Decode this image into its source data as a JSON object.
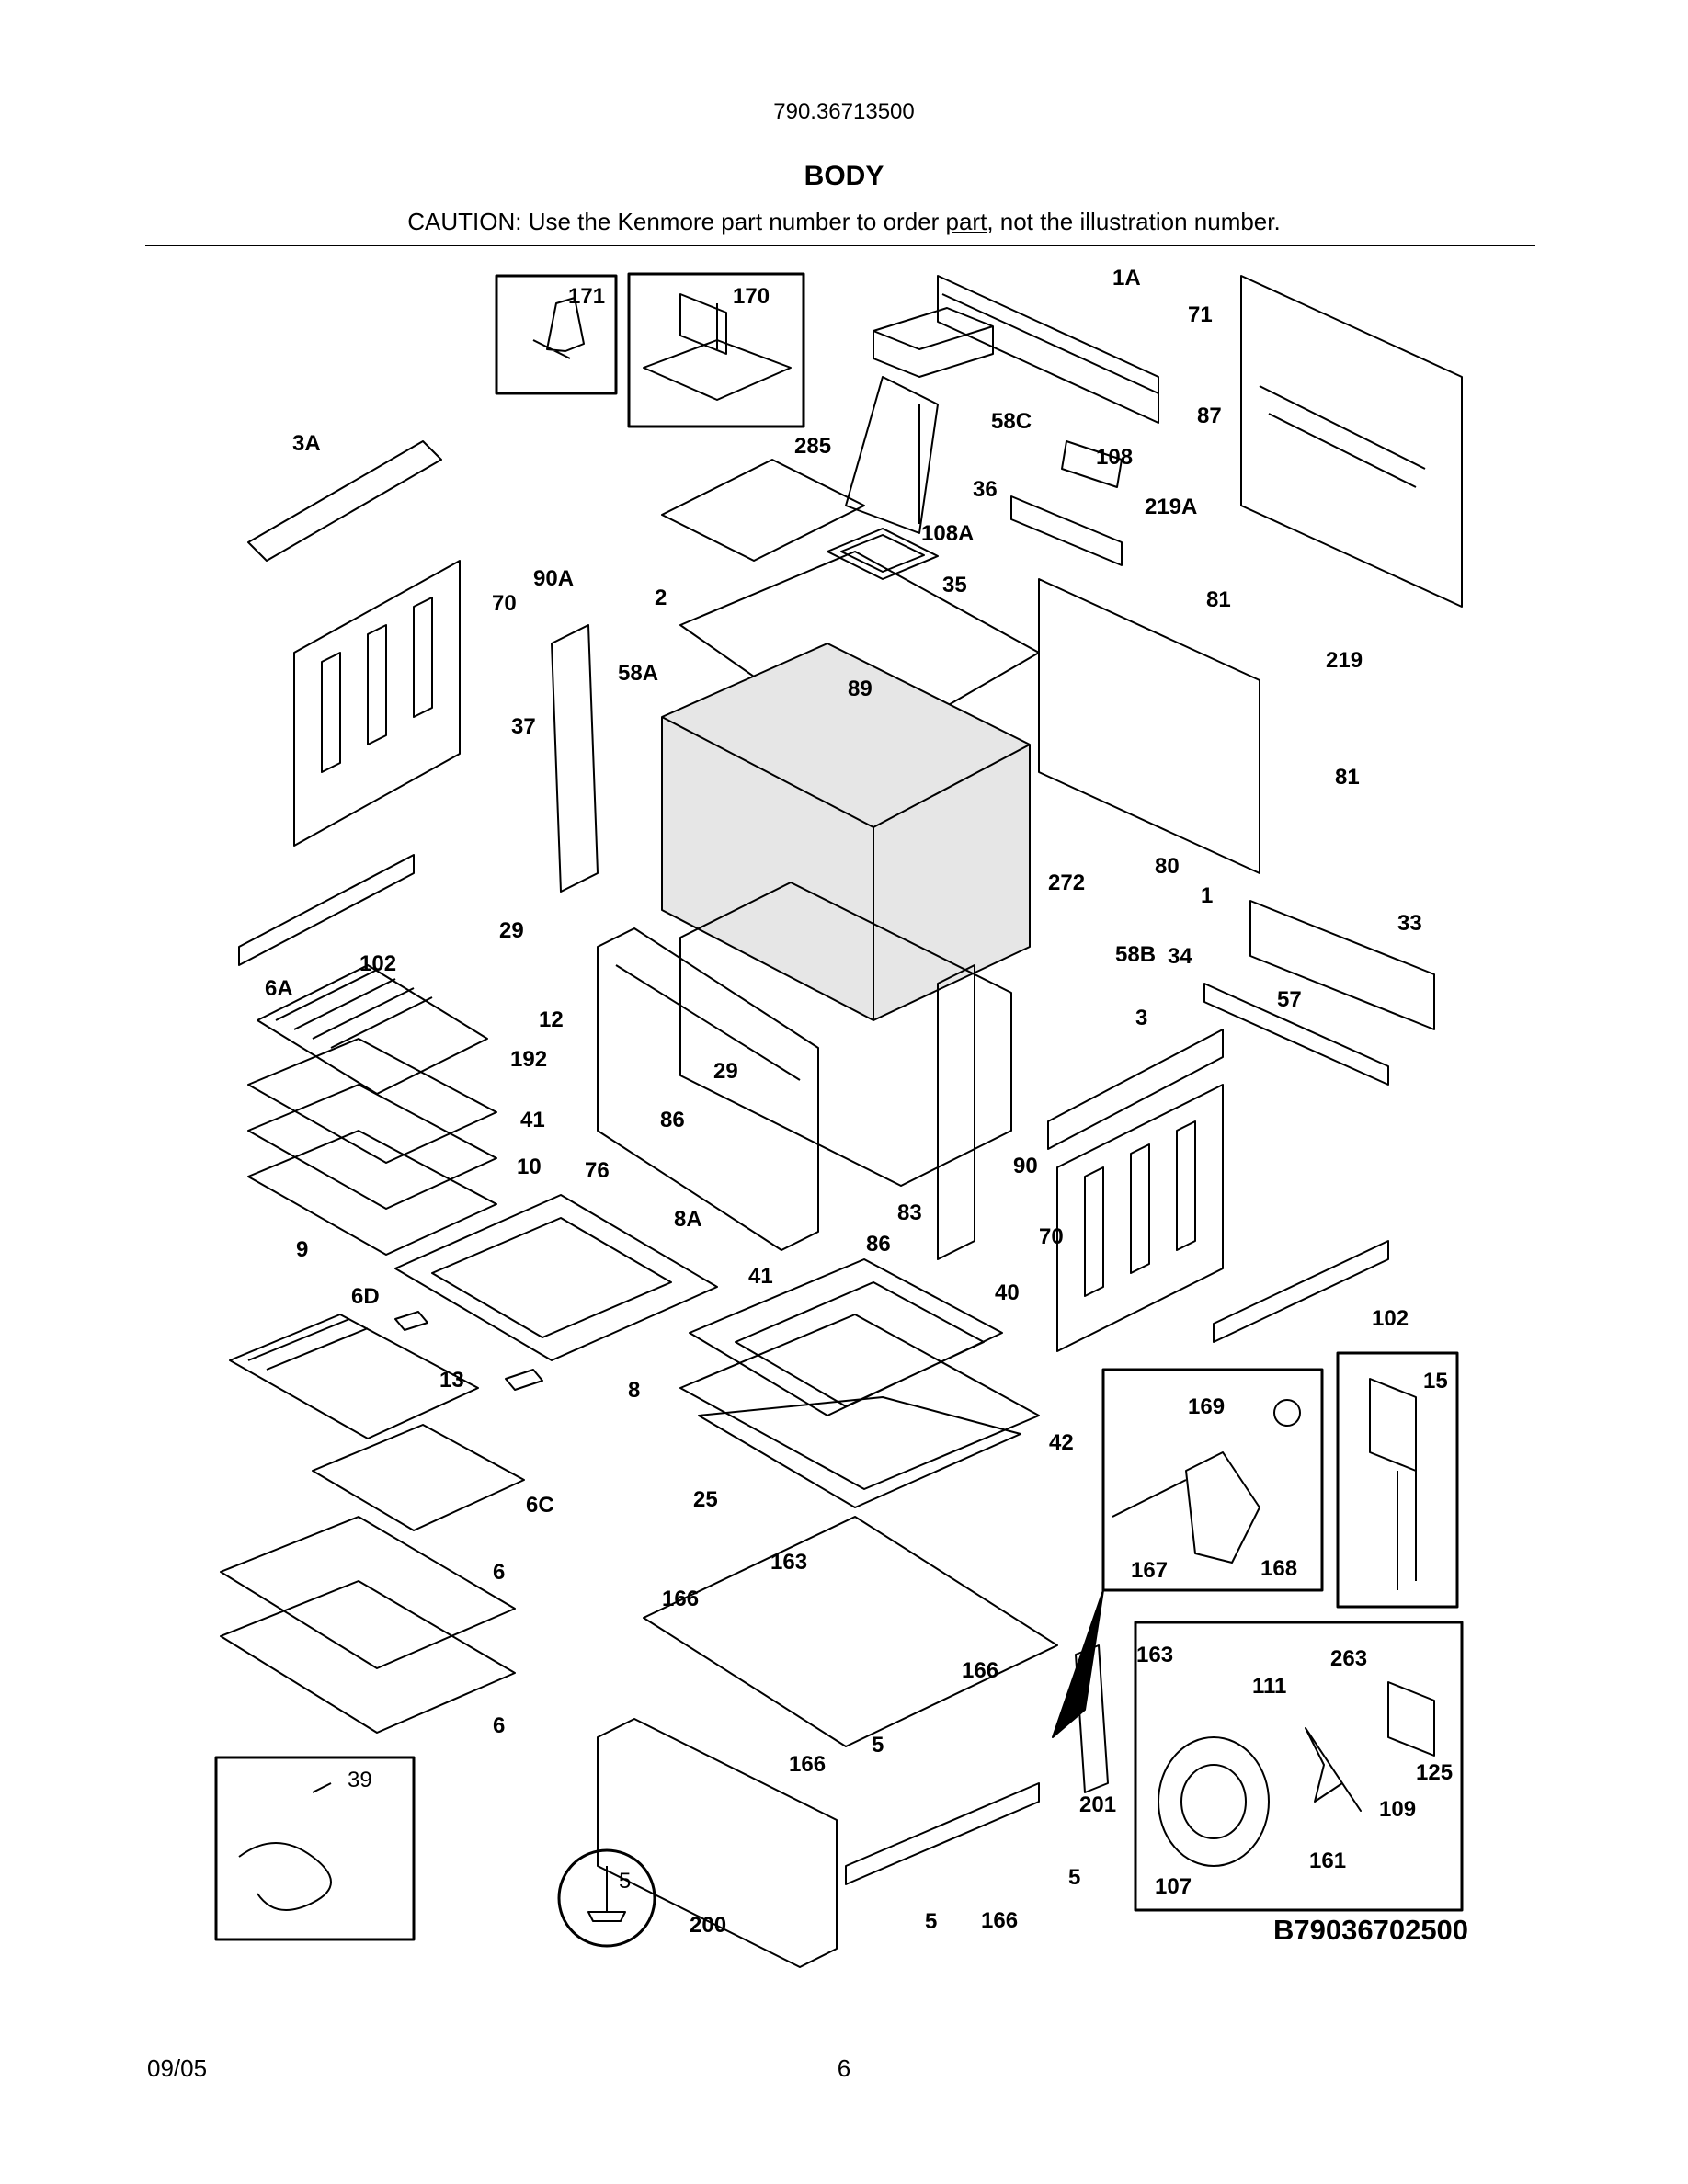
{
  "header": {
    "model_number": "790.36713500",
    "section_title": "BODY",
    "caution_prefix": "CAUTION: Use the Kenmore part number to order ",
    "caution_underlined": "part",
    "caution_suffix": ", not the illustration number."
  },
  "diagram": {
    "drawing_number": "B79036702500",
    "callouts": {
      "c171": "171",
      "c170": "170",
      "c1A": "1A",
      "c71": "71",
      "c58C": "58C",
      "c87": "87",
      "c3A": "3A",
      "c285": "285",
      "c108": "108",
      "c36": "36",
      "c219A": "219A",
      "c108A": "108A",
      "c35": "35",
      "c90A": "90A",
      "c70a": "70",
      "c2": "2",
      "c81a": "81",
      "c219": "219",
      "c58A": "58A",
      "c89": "89",
      "c37": "37",
      "c81b": "81",
      "c272": "272",
      "c80": "80",
      "c1": "1",
      "c33": "33",
      "c29a": "29",
      "c102a": "102",
      "c58B": "58B",
      "c34": "34",
      "c6A": "6A",
      "c12": "12",
      "c57": "57",
      "c3": "3",
      "c192": "192",
      "c29b": "29",
      "c41a": "41",
      "c86a": "86",
      "c10": "10",
      "c76": "76",
      "c90": "90",
      "c83": "83",
      "c70b": "70",
      "c8A": "8A",
      "c86b": "86",
      "c9": "9",
      "c41b": "41",
      "c40": "40",
      "c6D": "6D",
      "c102b": "102",
      "c13": "13",
      "c8": "8",
      "c15": "15",
      "c169": "169",
      "c42": "42",
      "c6C": "6C",
      "c25": "25",
      "c167": "167",
      "c168": "168",
      "c163a": "163",
      "c6a": "6",
      "c166a": "166",
      "c263": "263",
      "c163b": "163",
      "c166b": "166",
      "c111": "111",
      "c6b": "6",
      "c125": "125",
      "c5a": "5",
      "c166c": "166",
      "c109": "109",
      "c201": "201",
      "c39": "39",
      "c161": "161",
      "c5b": "5",
      "c5c": "5",
      "c107": "107",
      "c200": "200",
      "c5d": "5",
      "c166d": "166"
    }
  },
  "footer": {
    "date": "09/05",
    "page_number": "6"
  }
}
